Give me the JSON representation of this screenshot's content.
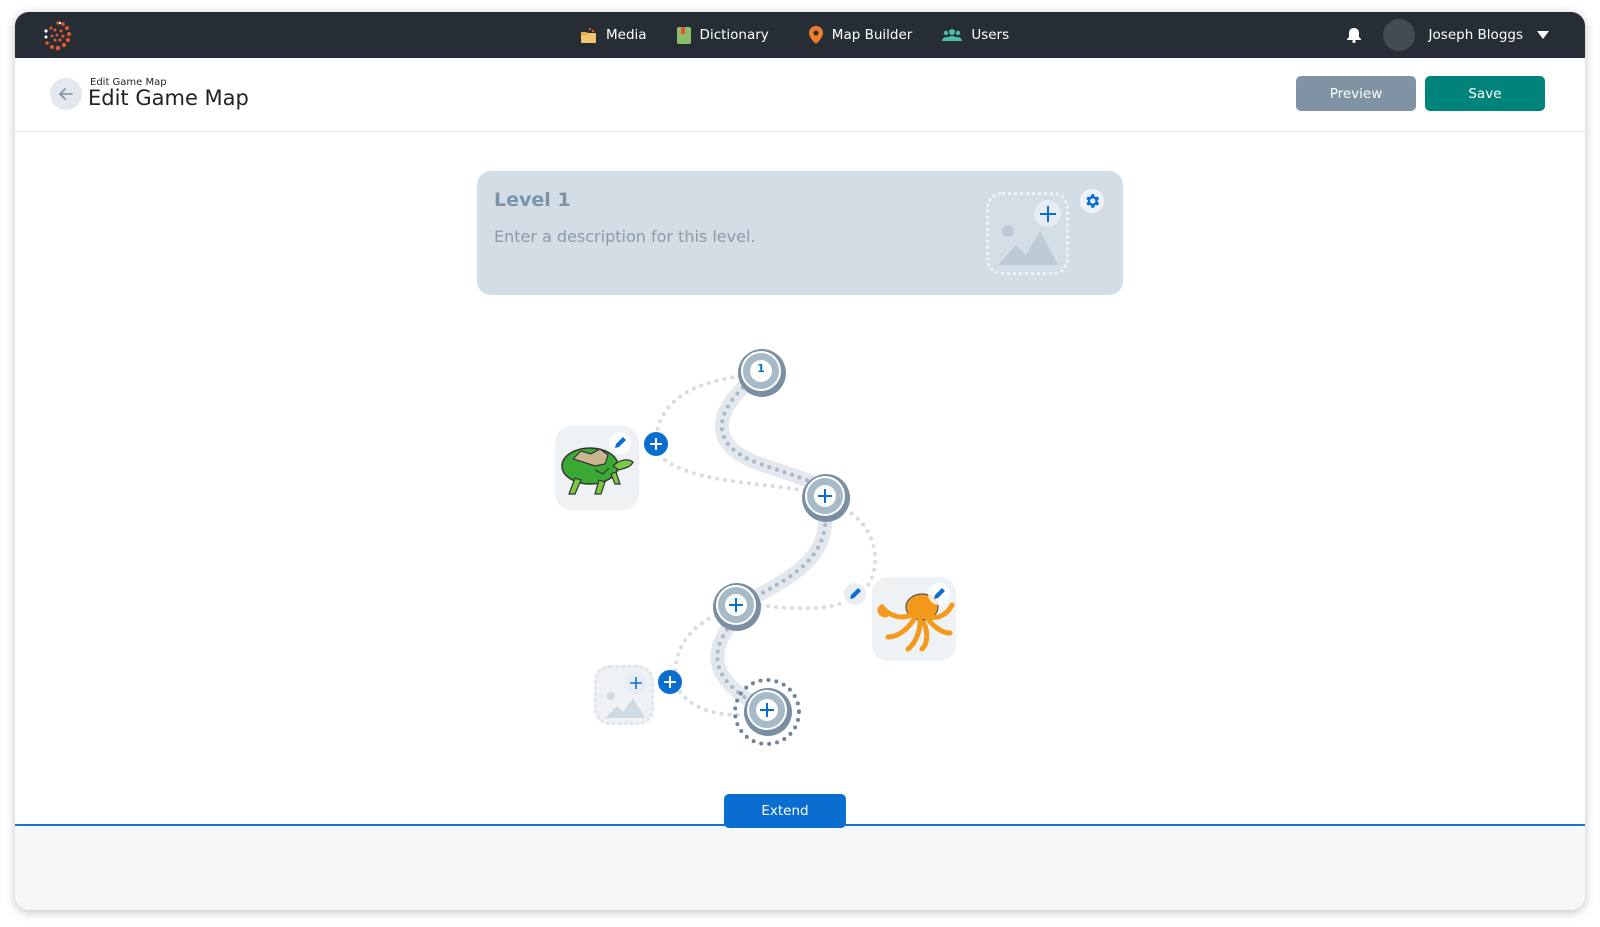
{
  "topbar": {
    "nav": [
      {
        "label": "Media",
        "icon": "folder-icon"
      },
      {
        "label": "Dictionary",
        "icon": "book-icon"
      },
      {
        "label": "Map Builder",
        "icon": "map-pin-icon"
      },
      {
        "label": "Users",
        "icon": "users-icon"
      }
    ],
    "user_name": "Joseph Bloggs"
  },
  "header": {
    "breadcrumb": "Edit Game Map",
    "title": "Edit Game Map",
    "preview_label": "Preview",
    "save_label": "Save"
  },
  "level": {
    "title": "Level 1",
    "description_placeholder": "Enter a description for this level."
  },
  "map": {
    "nodes": [
      {
        "id": "node-1",
        "label": "1"
      },
      {
        "id": "node-2",
        "label": "+"
      },
      {
        "id": "node-3",
        "label": "+"
      },
      {
        "id": "node-4",
        "label": "+"
      }
    ],
    "images": [
      {
        "name": "turtle-image"
      },
      {
        "name": "octopus-image"
      },
      {
        "name": "empty-image-slot"
      }
    ]
  },
  "footer": {
    "extend_label": "Extend"
  },
  "colors": {
    "topbar": "#272d35",
    "save": "#00837a",
    "preview": "#7f93a5",
    "accent": "#0a6ed1",
    "card": "#d2dde6"
  }
}
